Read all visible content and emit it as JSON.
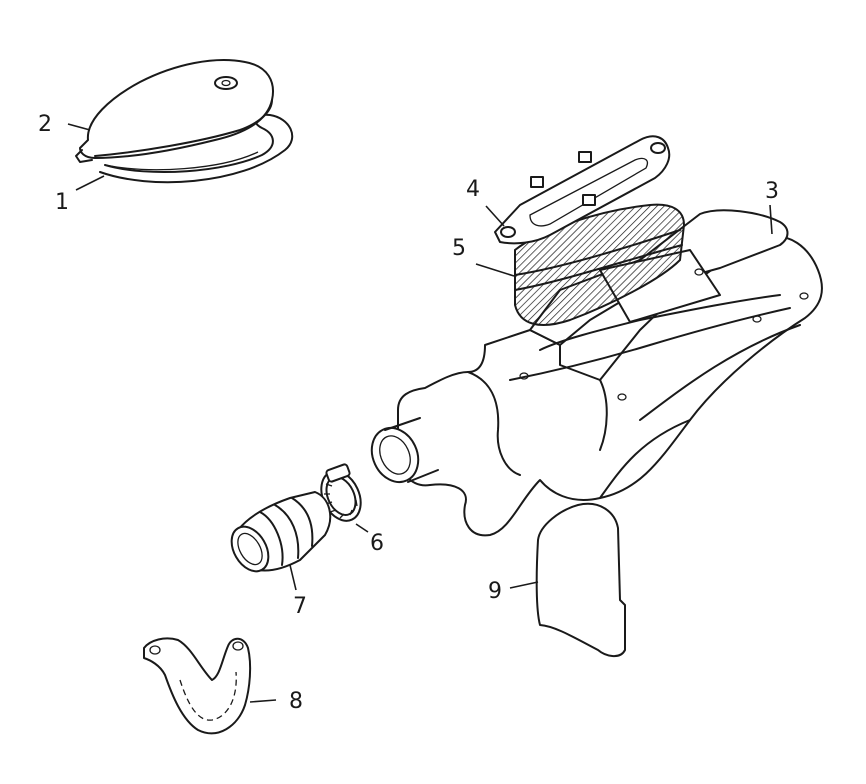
{
  "diagram": {
    "callouts": [
      {
        "id": "1",
        "label": "1"
      },
      {
        "id": "2",
        "label": "2"
      },
      {
        "id": "3",
        "label": "3"
      },
      {
        "id": "4",
        "label": "4"
      },
      {
        "id": "5",
        "label": "5"
      },
      {
        "id": "6",
        "label": "6"
      },
      {
        "id": "7",
        "label": "7"
      },
      {
        "id": "8",
        "label": "8"
      },
      {
        "id": "9",
        "label": "9"
      }
    ],
    "colors": {
      "ink": "#1a1a1a",
      "background": "#ffffff"
    }
  }
}
